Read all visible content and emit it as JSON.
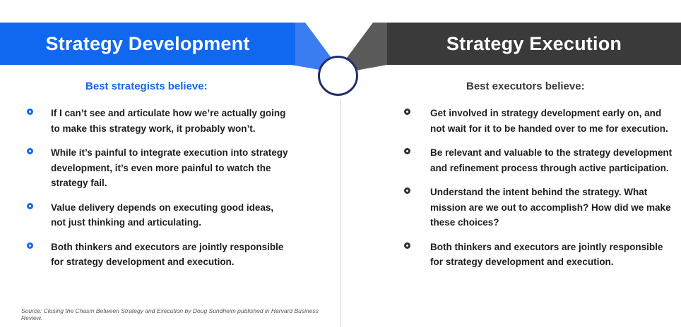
{
  "left": {
    "banner_title": "Strategy Development",
    "subheading": "Best strategists believe:",
    "bullets": [
      "If I can’t see and articulate how we’re actually going to make this strategy work, it probably won’t.",
      "While it’s painful to integrate execution into strategy development, it’s even more painful to watch the strategy fail.",
      "Value delivery depends on executing good ideas, not just thinking and articulating.",
      "Both thinkers and executors are jointly responsible for strategy development and execution."
    ]
  },
  "right": {
    "banner_title": "Strategy Execution",
    "subheading": "Best executors believe:",
    "bullets": [
      "Get involved in strategy development early on, and not wait for it to be handed over to me for execution.",
      "Be relevant and valuable to the strategy development and refinement process through active participation.",
      "Understand the intent behind the strategy. What mission are we out to accomplish? How did we make these choices?",
      "Both thinkers and executors are jointly responsible for strategy development and execution."
    ]
  },
  "source_note": "Source: Closing the Chasm Between Strategy and Execution by Doug Sundheim published in Harvard Business Review.",
  "colors": {
    "blue_accent": "#1168f0",
    "dark_accent": "#3a3a3a",
    "circle_outline": "#1f2f6d"
  }
}
